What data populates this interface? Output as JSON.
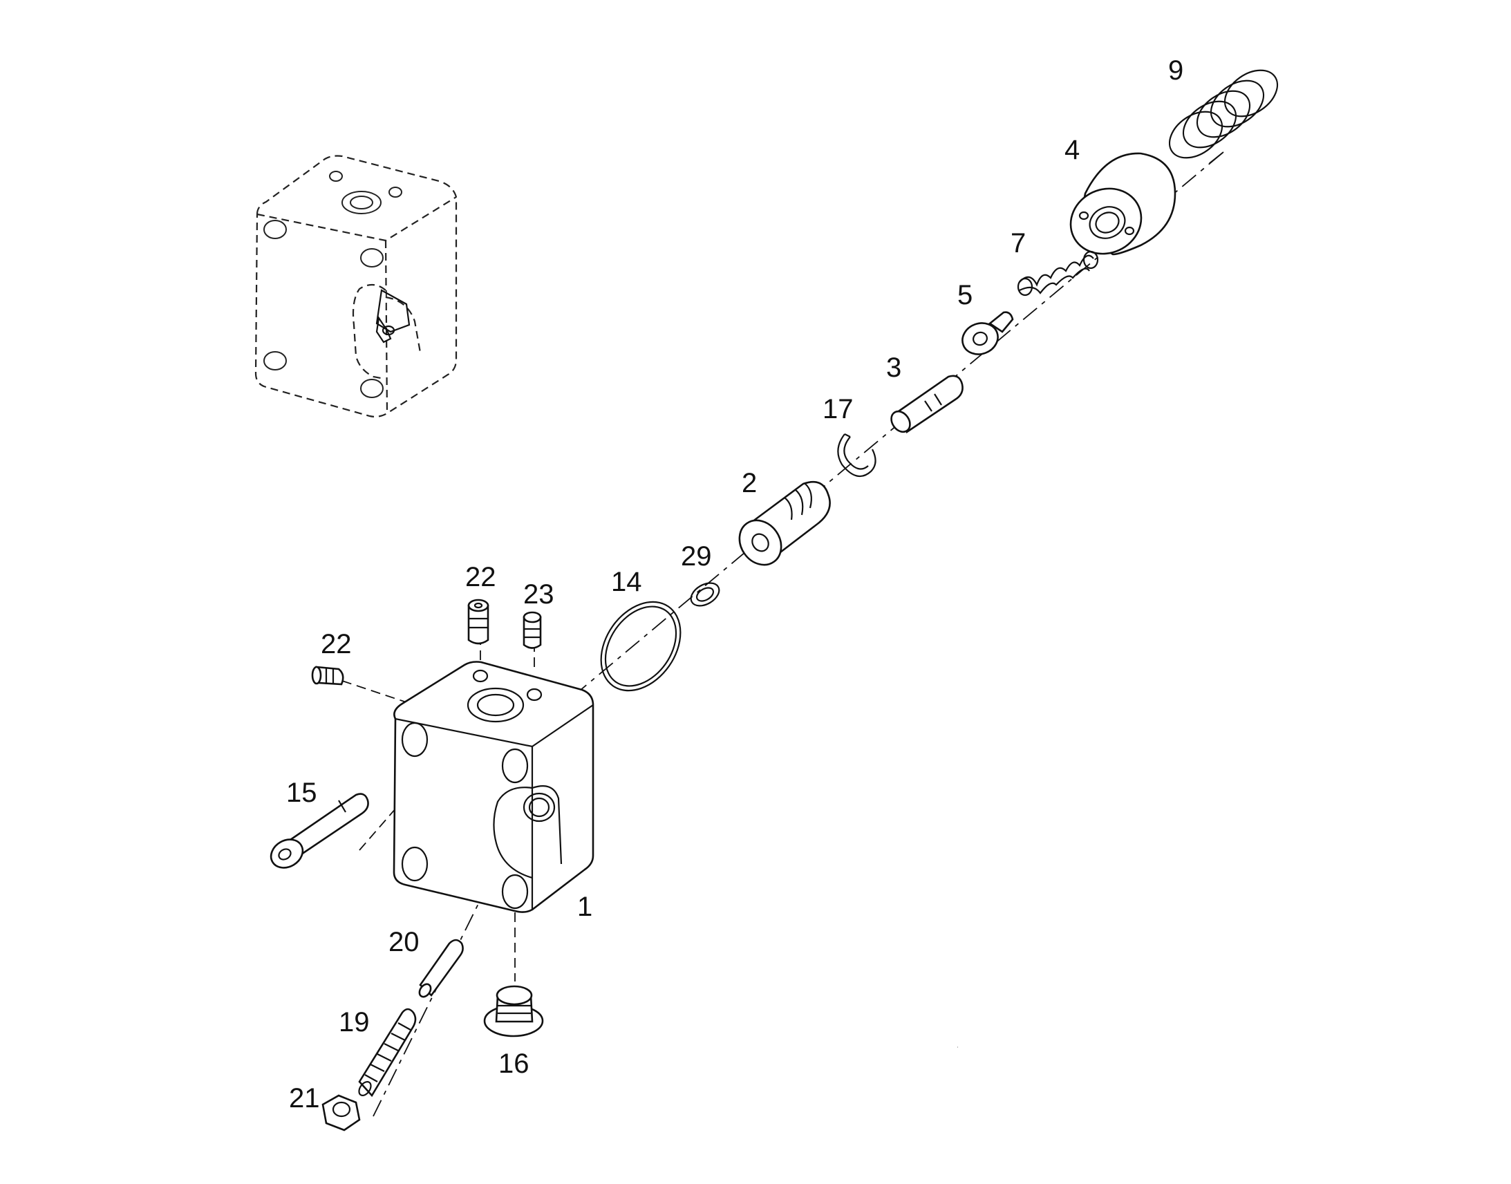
{
  "callouts": {
    "p1": "1",
    "p2": "2",
    "p3": "3",
    "p4": "4",
    "p5": "5",
    "p7": "7",
    "p9": "9",
    "p14": "14",
    "p15": "15",
    "p16": "16",
    "p17": "17",
    "p19": "19",
    "p20": "20",
    "p21": "21",
    "p22a": "22",
    "p22b": "22",
    "p23": "23",
    "p29": "29"
  }
}
